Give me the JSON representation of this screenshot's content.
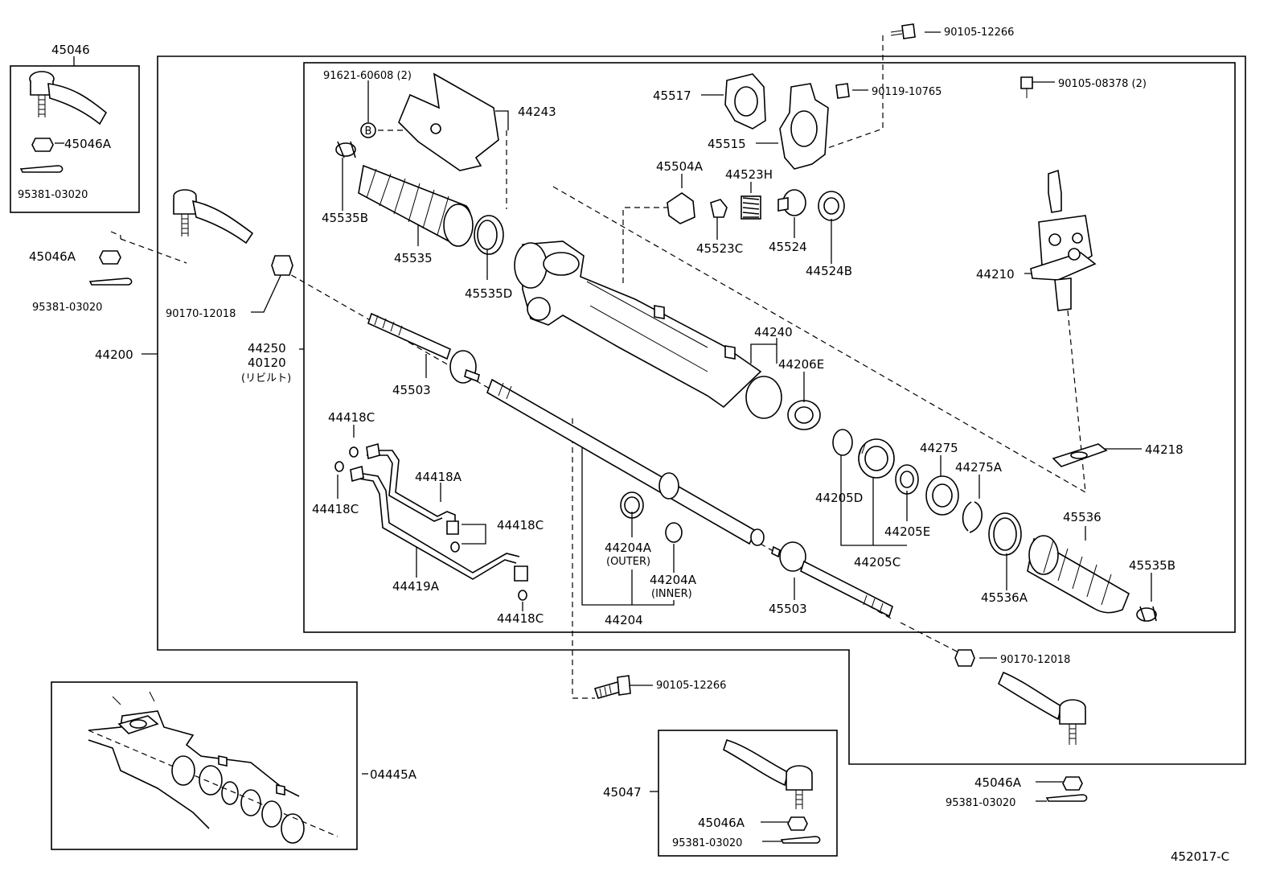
{
  "labels": {
    "l45046": "45046",
    "l45046A_tl": "45046A",
    "l95381_tl": "95381-03020",
    "l45046A_l": "45046A",
    "l95381_l": "95381-03020",
    "l44200": "44200",
    "l90170_l": "90170-12018",
    "l44250": "44250",
    "l40120": "40120",
    "l40120_note": "(リビルト)",
    "l91621": "91621-60608 (2)",
    "l44243": "44243",
    "l45535B_top": "45535B",
    "l45535": "45535",
    "l45535D": "45535D",
    "l45503_top": "45503",
    "l44418C_1": "44418C",
    "l44418C_2": "44418C",
    "l44418A": "44418A",
    "l44418C_3": "44418C",
    "l44419A": "44419A",
    "l44418C_4": "44418C",
    "l90105_top": "90105-12266",
    "l45517": "45517",
    "l90119": "90119-10765",
    "l45515": "45515",
    "l90105_right": "90105-08378 (2)",
    "l45504A": "45504A",
    "l44523H": "44523H",
    "l45523C": "45523C",
    "l45524": "45524",
    "l44524B": "44524B",
    "l44210": "44210",
    "l44240": "44240",
    "l44206E": "44206E",
    "l44218": "44218",
    "l44275": "44275",
    "l44275A": "44275A",
    "l44205D": "44205D",
    "l44205E": "44205E",
    "l44205C": "44205C",
    "l45536": "45536",
    "l45535B_r": "45535B",
    "l45536A": "45536A",
    "l44204A_o": "44204A",
    "l44204A_o_note": "(OUTER)",
    "l44204A_i": "44204A",
    "l44204A_i_note": "(INNER)",
    "l44204": "44204",
    "l45503_bot": "45503",
    "l90170_r": "90170-12018",
    "l90105_bot": "90105-12266",
    "l04445A": "04445A",
    "l45047": "45047",
    "l45046A_b": "45046A",
    "l95381_b": "95381-03020",
    "l45046A_br": "45046A",
    "l95381_br": "95381-03020",
    "l452017C": "452017-C",
    "circle_B": "B"
  }
}
